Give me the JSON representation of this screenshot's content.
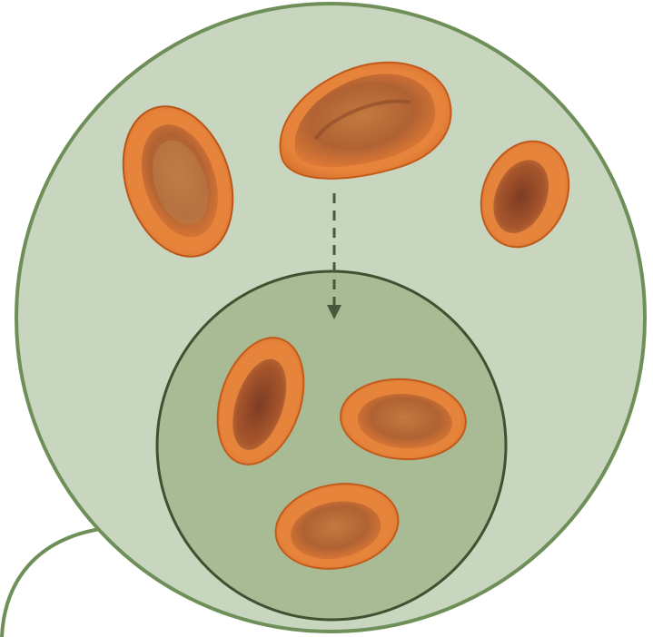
{
  "colors": {
    "outer_fill": "#c8d5bf",
    "outer_stroke": "#6f8f59",
    "inner_fill": "#a8bb95",
    "inner_stroke": "#3f5230",
    "arrow": "#46593a",
    "seed_rim": "#e9803a",
    "seed_rim_dark": "#c85f1f",
    "seed_body": "#b86a32",
    "seed_core": "#8c4a2a"
  },
  "scene": {
    "description_icon": "seed-illustration",
    "outer_seed_count": 3,
    "inner_seed_count": 3
  }
}
